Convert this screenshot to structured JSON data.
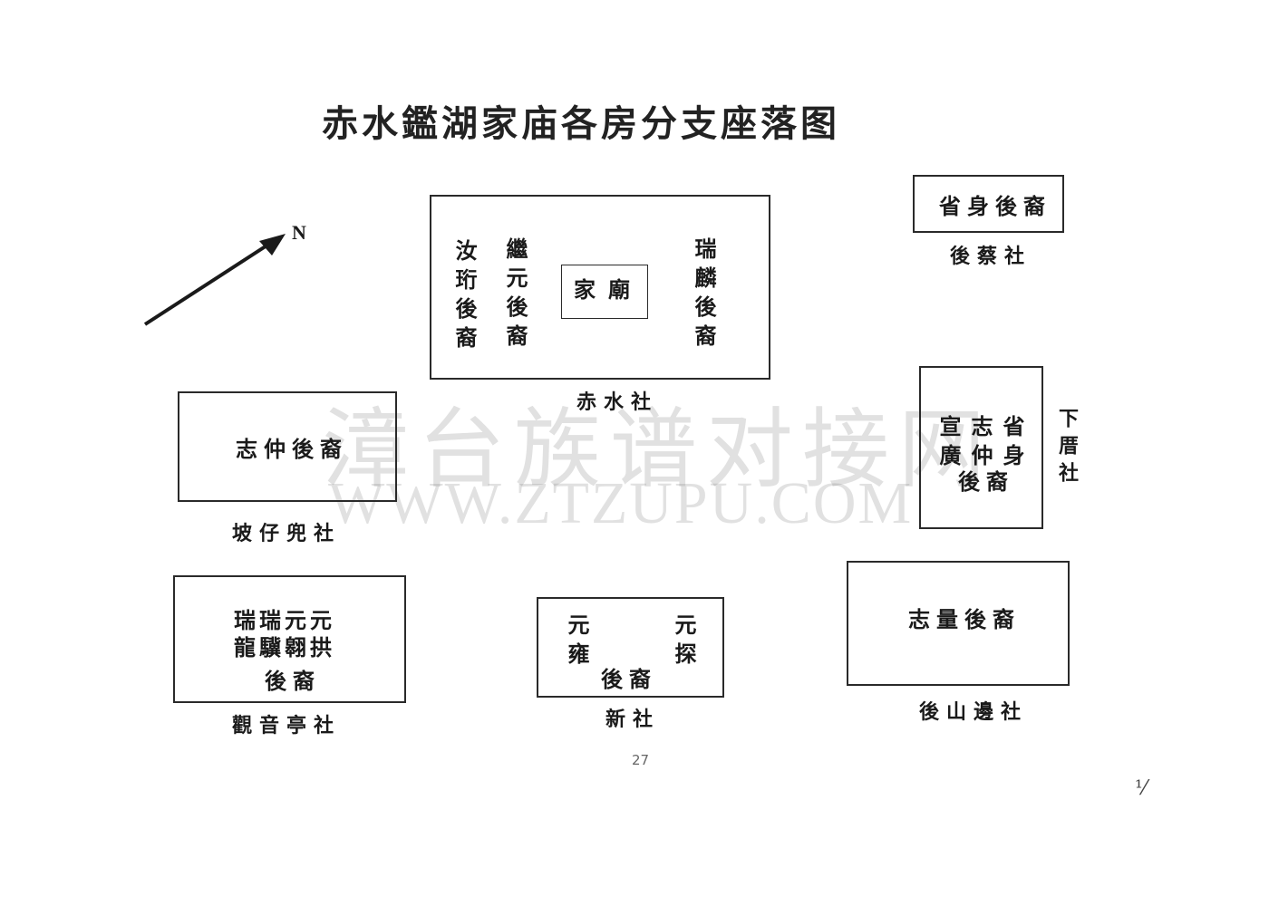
{
  "title": "赤水鑑湖家庙各房分支座落图",
  "north_label": "N",
  "watermark": {
    "chinese": "漳台族谱对接网",
    "url": "WWW.ZTZUPU.COM"
  },
  "page_number": "27",
  "corner_mark": "⅟",
  "regions": {
    "chishui": {
      "label": "赤水社",
      "temple": "家廟",
      "col1": "汝珩後裔",
      "col2": "繼元後裔",
      "col3": "瑞麟後裔"
    },
    "houcai": {
      "label": "後蔡社",
      "text": "省身後裔"
    },
    "xiacuo": {
      "label": "下厝社",
      "col1": "省身",
      "col2": "志仲",
      "col3": "宣廣",
      "bottom": "後裔"
    },
    "pozaidou": {
      "label": "坡仔兜社",
      "text": "志仲後裔"
    },
    "guanyinting": {
      "label": "觀音亭社",
      "row1": "瑞瑞元元",
      "row2": "龍驥翱拱",
      "row3": "後裔"
    },
    "xinshe": {
      "label": "新社",
      "left": "元雍",
      "right": "元探",
      "bottom": "後裔"
    },
    "houshanbian": {
      "label": "後山邊社",
      "text": "志量後裔"
    }
  }
}
